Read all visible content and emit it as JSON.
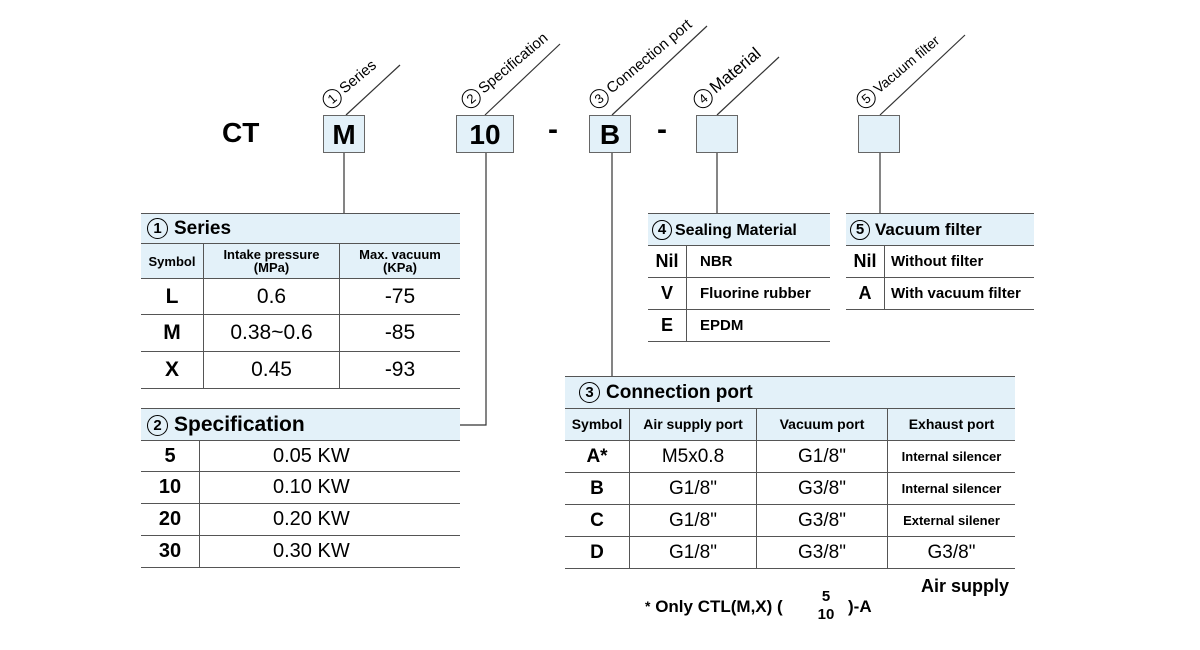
{
  "code": {
    "prefix": "CT",
    "series_value": "M",
    "spec_value": "10",
    "dash1": "-",
    "port_value": "B",
    "dash2": "-",
    "material_value": "",
    "filter_value": ""
  },
  "labels": [
    {
      "num": "1",
      "text": "Series"
    },
    {
      "num": "2",
      "text": "Specification"
    },
    {
      "num": "3",
      "text": "Connection port"
    },
    {
      "num": "4",
      "text": "Material"
    },
    {
      "num": "5",
      "text": "Vacuum filter"
    }
  ],
  "series_table": {
    "num": "1",
    "title": "Series",
    "headers": [
      "Symbol",
      "Intake pressure\n(MPa)",
      "Max. vacuum\n(KPa)"
    ],
    "rows": [
      {
        "symbol": "L",
        "pressure": "0.6",
        "vacuum": "-75"
      },
      {
        "symbol": "M",
        "pressure": "0.38~0.6",
        "vacuum": "-85"
      },
      {
        "symbol": "X",
        "pressure": "0.45",
        "vacuum": "-93"
      }
    ]
  },
  "spec_table": {
    "num": "2",
    "title": "Specification",
    "rows": [
      {
        "symbol": "5",
        "value": "0.05 KW"
      },
      {
        "symbol": "10",
        "value": "0.10 KW"
      },
      {
        "symbol": "20",
        "value": "0.20 KW"
      },
      {
        "symbol": "30",
        "value": "0.30 KW"
      }
    ]
  },
  "material_table": {
    "num": "4",
    "title": "Sealing Material",
    "rows": [
      {
        "symbol": "Nil",
        "value": "NBR"
      },
      {
        "symbol": "V",
        "value": "Fluorine rubber"
      },
      {
        "symbol": "E",
        "value": "EPDM"
      }
    ]
  },
  "filter_table": {
    "num": "5",
    "title": "Vacuum filter",
    "rows": [
      {
        "symbol": "Nil",
        "value": "Without filter"
      },
      {
        "symbol": "A",
        "value": "With vacuum filter"
      }
    ]
  },
  "port_table": {
    "num": "3",
    "title": "Connection port",
    "headers": [
      "Symbol",
      "Air supply port",
      "Vacuum port",
      "Exhaust port"
    ],
    "rows": [
      {
        "symbol": "A*",
        "air": "M5x0.8",
        "vacuum": "G1/8\"",
        "exhaust": "Internal silencer"
      },
      {
        "symbol": "B",
        "air": "G1/8\"",
        "vacuum": "G3/8\"",
        "exhaust": "Internal silencer"
      },
      {
        "symbol": "C",
        "air": "G1/8\"",
        "vacuum": "G3/8\"",
        "exhaust": "External silener"
      },
      {
        "symbol": "D",
        "air": "G1/8\"",
        "vacuum": "G3/8\"",
        "exhaust": "G3/8\""
      }
    ],
    "note": "Air supply"
  },
  "footnote": {
    "star": "*",
    "text": "Only CTL(M,X) (",
    "frac_top": "5",
    "frac_bottom": "10",
    "suffix": ")-A"
  },
  "colors": {
    "header_fill": "#e3f1f9",
    "rule": "#555555",
    "box_border": "#666666"
  }
}
